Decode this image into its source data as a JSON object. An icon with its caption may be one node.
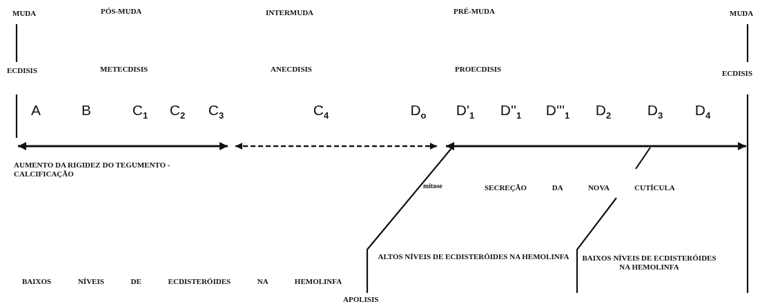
{
  "diagram": {
    "labels": [
      "MUDA",
      "PÓS-MUDA",
      "INTERMUDA",
      "PRÉ-MUDA",
      "MUDA",
      "ECDISIS",
      "METECDISIS",
      "ANECDISIS",
      "PROECDISIS",
      "ECDISIS",
      "A",
      "B",
      "C$_{1}$",
      "C$_{2}$",
      "C$_{3}$",
      "C$_{4}$",
      "D$_{o}$",
      "D'$_{1}$",
      "D''$_{1}$",
      "D'''$_{1}$",
      "D$_{2}$",
      "D$_{3}$",
      "D$_{4}$",
      "AUMENTO DA RIGIDEZ DO TEGUMENTO - CALCIFICAÇÃO",
      "mitose",
      "SECREÇÃO DA NOVA CUTÍCULA",
      "ALTOS NÍVEIS DE ECDISTERÓIDES NA HEMOLINFA",
      "BAIXOS NÍVEIS DE ECDISTERÓIDES NA HEMOLINFA",
      "BAIXOS NÍVEIS DE ECDISTERÓIDES NA HEMOLINFA",
      "APOLISIS"
    ]
  }
}
